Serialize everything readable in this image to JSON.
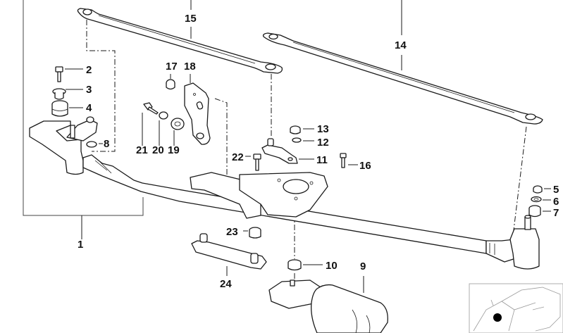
{
  "diagram": {
    "type": "exploded-parts-diagram",
    "subject": "windshield wiper linkage assembly",
    "callouts": [
      {
        "id": "1",
        "label": "1"
      },
      {
        "id": "2",
        "label": "2"
      },
      {
        "id": "3",
        "label": "3"
      },
      {
        "id": "4",
        "label": "4"
      },
      {
        "id": "5",
        "label": "5"
      },
      {
        "id": "6",
        "label": "6"
      },
      {
        "id": "7",
        "label": "7"
      },
      {
        "id": "8",
        "label": "8"
      },
      {
        "id": "9",
        "label": "9"
      },
      {
        "id": "10",
        "label": "10"
      },
      {
        "id": "11",
        "label": "11"
      },
      {
        "id": "12",
        "label": "12"
      },
      {
        "id": "13",
        "label": "13"
      },
      {
        "id": "14",
        "label": "14"
      },
      {
        "id": "15",
        "label": "15"
      },
      {
        "id": "16",
        "label": "16"
      },
      {
        "id": "17",
        "label": "17"
      },
      {
        "id": "18",
        "label": "18"
      },
      {
        "id": "19",
        "label": "19"
      },
      {
        "id": "20",
        "label": "20"
      },
      {
        "id": "21",
        "label": "21"
      },
      {
        "id": "22",
        "label": "22"
      },
      {
        "id": "23",
        "label": "23"
      },
      {
        "id": "24",
        "label": "24"
      }
    ],
    "locator": {
      "icon": "car-locator-icon",
      "marker": "front-left-hood-area",
      "marker_color": "#000000"
    },
    "line_color": "#1a1a1a",
    "background": "#ffffff"
  }
}
